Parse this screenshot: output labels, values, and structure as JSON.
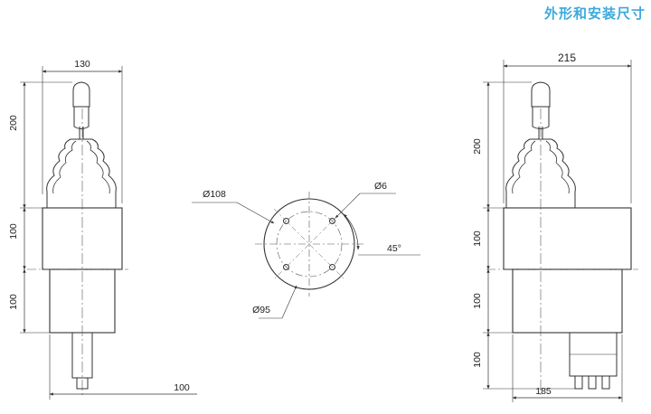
{
  "heading": "外形和安装尺寸",
  "left_view": {
    "width_label": "130",
    "height_labels": [
      "200",
      "100",
      "100"
    ],
    "offset_label": "100"
  },
  "center_view": {
    "pcd_label": "Ø108",
    "hole_label": "Ø6",
    "angle_label": "45°",
    "inner_label": "Ø95"
  },
  "right_view": {
    "width_label": "215",
    "height_labels": [
      "200",
      "100",
      "100",
      "100"
    ],
    "base_label": "185"
  },
  "colors": {
    "heading": "#3ba9dc",
    "lines": "#333333",
    "centerline": "#555555"
  }
}
